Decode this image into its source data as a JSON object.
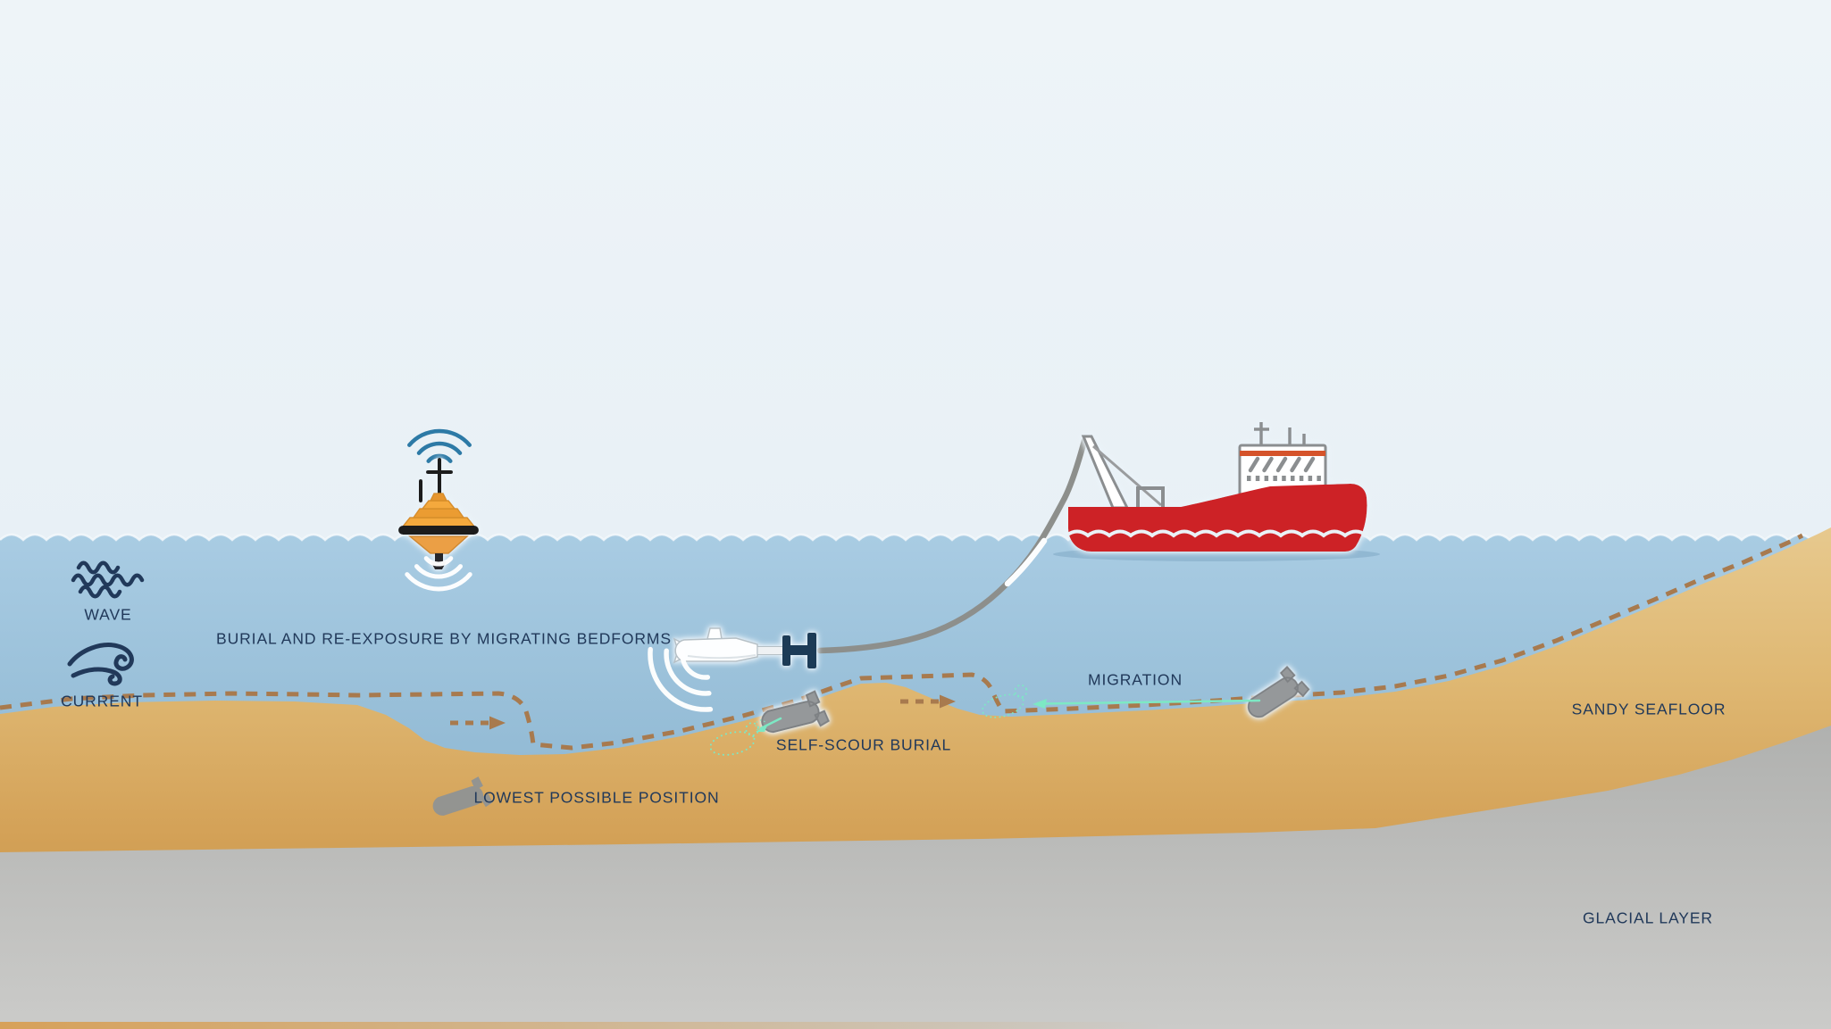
{
  "labels": {
    "wave": "WAVE",
    "current": "CURRENT",
    "burial": "BURIAL AND RE-EXPOSURE BY MIGRATING BEDFORMS",
    "self_scour": "SELF-SCOUR BURIAL",
    "migration": "MIGRATION",
    "lowest": "LOWEST POSSIBLE POSITION",
    "sandy": "SANDY SEAFLOOR",
    "glacial": "GLACIAL LAYER"
  },
  "icons": {
    "wave": "wave-icon",
    "current": "current-icon",
    "buoy": "signal-buoy",
    "buoy_signal_up": "wifi-arcs-icon",
    "buoy_signal_down": "sonar-arcs-icon",
    "ship": "research-vessel",
    "sensor": "towed-sonar-sensor",
    "munition": "munition-icon",
    "migration_arrow": "migration-arrow",
    "bedform_path": "bedform-migration-dashed-path"
  },
  "colors": {
    "sky": "#e9f0f6",
    "water_top": "#a9cce3",
    "water_bottom": "#84aecb",
    "sand_top": "#e7c98e",
    "sand_bottom": "#c08a3e",
    "glacial_top": "#b0b1af",
    "glacial_bottom": "#cbcbc9",
    "dash_brown": "#a87a4e",
    "label_navy": "#21395a",
    "mint_teal": "#7de8c4",
    "buoy_orange": "#f4a93e",
    "ship_red": "#cd2026",
    "munition_gray": "#95989a",
    "cable_gray": "#8d8f8c",
    "signal_blue": "#2d7aa6"
  }
}
